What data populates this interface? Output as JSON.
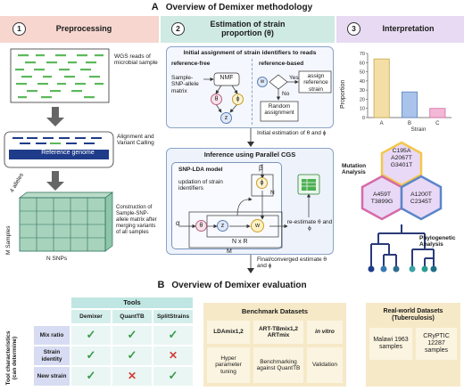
{
  "section_a": {
    "letter": "A",
    "title": "Overview of Demixer methodology",
    "col1": {
      "number": "1",
      "title": "Preprocessing"
    },
    "col2": {
      "number": "2",
      "title_line1": "Estimation of strain",
      "title_line2": "proportion (θ)"
    },
    "col3": {
      "number": "3",
      "title": "Interpretation"
    }
  },
  "preprocessing": {
    "wgs_label": "WGS reads of microbial sample",
    "alignment_label": "Alignment and Variant Calling",
    "reference_genome": "Reference genome",
    "alleles_label": "4 alleles",
    "matrix_label": "Construction of Sample-SNP-allele matrix after merging variants of all samples",
    "m_samples": "M Samples",
    "n_snps": "N SNPs"
  },
  "estimation": {
    "initial_title": "Initial assignment of strain identifiers to reads",
    "ref_free": "reference-free",
    "ref_based": "reference-based",
    "sample_matrix": "Sample-SNP-allele matrix",
    "nmf": "NMF",
    "theta": "θ",
    "phi": "ϕ",
    "z": "z",
    "w": "w",
    "yes": "Yes",
    "no": "No",
    "assign_ref": "assign reference strain",
    "random_assign": "Random assignment",
    "initial_estimation": "Initial estimation of θ and ϕ",
    "inference_title": "Inference using Parallel CGS",
    "snp_lda": "SNP-LDA model",
    "update_label": "updation of strain identifiers",
    "alpha": "α",
    "beta": "β",
    "n_node": "N",
    "nxr": "N x R",
    "m": "M",
    "reestimate": "re-estimate θ and ϕ",
    "final_estimate": "Final/converged estimate θ and ϕ"
  },
  "interpretation": {
    "mutation_analysis": "Mutation Analysis",
    "phylogenetic_analysis": "Phylogenetic Analysis",
    "hex_top": [
      "C195A",
      "A2067T",
      "G3401T"
    ],
    "hex_left": [
      "A459T",
      "T3899G"
    ],
    "hex_right": [
      "A1200T",
      "C2345T"
    ]
  },
  "chart_data": {
    "type": "bar",
    "categories": [
      "A",
      "B",
      "C"
    ],
    "values": [
      64,
      28,
      10
    ],
    "colors": [
      "#f3dfa6",
      "#a9c3ea",
      "#f2b8d6"
    ],
    "edges": [
      "#c9a64a",
      "#5b82c2",
      "#d96aa5"
    ],
    "ylabel": "Proportion",
    "xlabel": "Strain",
    "ylim": [
      0,
      70
    ],
    "yticks": [
      "0",
      "10",
      "20",
      "30",
      "40",
      "50",
      "60",
      "70"
    ]
  },
  "section_b": {
    "letter": "B",
    "title": "Overview of Demixer evaluation",
    "tools_title": "Tools",
    "tool_names": [
      "Demixer",
      "QuantTB",
      "SplitStrains"
    ],
    "row_group_label": "Tool characteristics (can determine)",
    "rows": [
      {
        "label": "Mix ratio",
        "marks": [
          "check",
          "check",
          "check"
        ]
      },
      {
        "label": "Strain identity",
        "marks": [
          "check",
          "check",
          "cross"
        ]
      },
      {
        "label": "New strain",
        "marks": [
          "check",
          "cross",
          "check"
        ]
      }
    ],
    "check_glyph": "✓",
    "cross_glyph": "✕",
    "benchmark": {
      "title": "Benchmark Datasets",
      "cols": [
        "LDAmix1,2",
        "ART-TBmix1,2 ARTmix",
        "in vitro"
      ],
      "uses": [
        "Hyper parameter tuning",
        "Benchmarking against QuantTB",
        "Validation"
      ]
    },
    "realworld": {
      "title": "Real-world Datasets (Tuberculosis)",
      "cols": [
        "Malawi 1963 samples",
        "CRyPTIC 12287 samples"
      ]
    }
  }
}
